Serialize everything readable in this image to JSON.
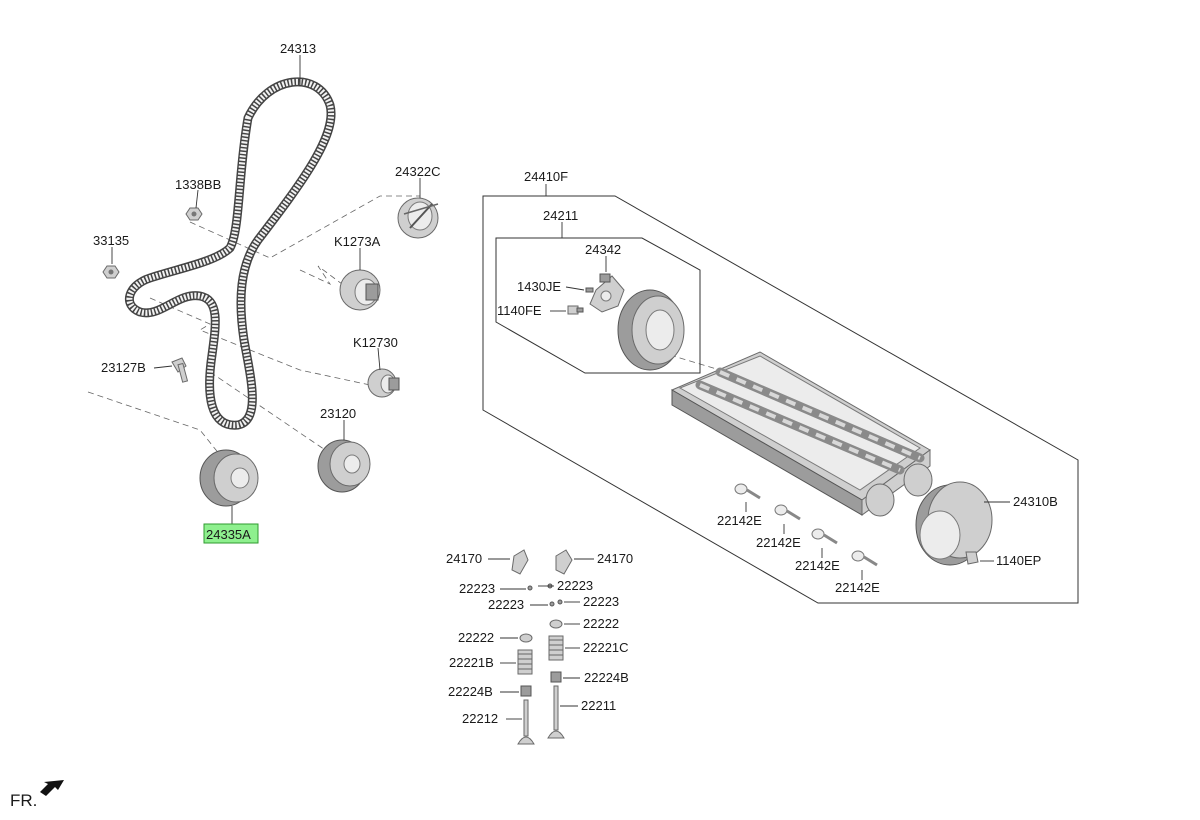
{
  "front_label": "FR.",
  "selected_part": "24335A",
  "parts": [
    {
      "id": "p24313",
      "number": "24313"
    },
    {
      "id": "p1338BB",
      "number": "1338BB"
    },
    {
      "id": "p24322C",
      "number": "24322C"
    },
    {
      "id": "p33135",
      "number": "33135"
    },
    {
      "id": "pK1273A",
      "number": "K1273A"
    },
    {
      "id": "pK12730",
      "number": "K12730"
    },
    {
      "id": "p23127B",
      "number": "23127B"
    },
    {
      "id": "p23120",
      "number": "23120"
    },
    {
      "id": "p24335A",
      "number": "24335A"
    },
    {
      "id": "p24410F",
      "number": "24410F"
    },
    {
      "id": "p24211",
      "number": "24211"
    },
    {
      "id": "p24342",
      "number": "24342"
    },
    {
      "id": "p1430JE",
      "number": "1430JE"
    },
    {
      "id": "p1140FE",
      "number": "1140FE"
    },
    {
      "id": "p24310B",
      "number": "24310B"
    },
    {
      "id": "p22142E_1",
      "number": "22142E"
    },
    {
      "id": "p22142E_2",
      "number": "22142E"
    },
    {
      "id": "p22142E_3",
      "number": "22142E"
    },
    {
      "id": "p22142E_4",
      "number": "22142E"
    },
    {
      "id": "p1140EP",
      "number": "1140EP"
    },
    {
      "id": "p24170_L",
      "number": "24170"
    },
    {
      "id": "p24170_R",
      "number": "24170"
    },
    {
      "id": "p22223_1",
      "number": "22223"
    },
    {
      "id": "p22223_2",
      "number": "22223"
    },
    {
      "id": "p22223_3",
      "number": "22223"
    },
    {
      "id": "p22223_4",
      "number": "22223"
    },
    {
      "id": "p22222_L",
      "number": "22222"
    },
    {
      "id": "p22222_R",
      "number": "22222"
    },
    {
      "id": "p22221B",
      "number": "22221B"
    },
    {
      "id": "p22221C",
      "number": "22221C"
    },
    {
      "id": "p22224B_L",
      "number": "22224B"
    },
    {
      "id": "p22224B_R",
      "number": "22224B"
    },
    {
      "id": "p22212",
      "number": "22212"
    },
    {
      "id": "p22211",
      "number": "22211"
    }
  ]
}
